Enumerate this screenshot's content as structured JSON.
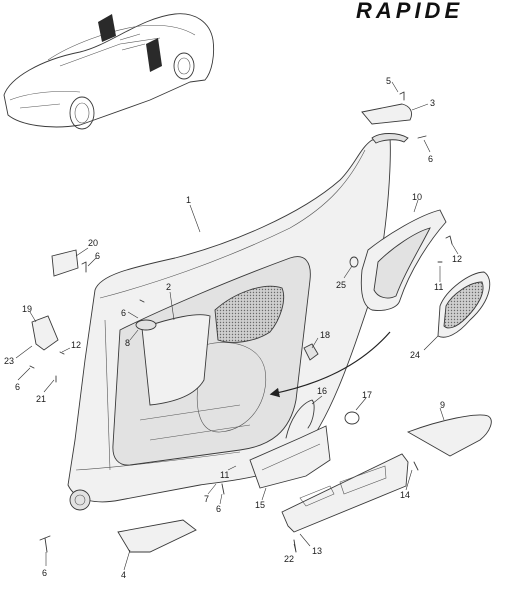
{
  "brand": {
    "wordmark": "RAPIDE"
  },
  "callouts": [
    {
      "id": "c1",
      "label": "1"
    },
    {
      "id": "c2",
      "label": "2"
    },
    {
      "id": "c3",
      "label": "3"
    },
    {
      "id": "c4",
      "label": "4"
    },
    {
      "id": "c5",
      "label": "5"
    },
    {
      "id": "c6a",
      "label": "6"
    },
    {
      "id": "c6b",
      "label": "6"
    },
    {
      "id": "c6c",
      "label": "6"
    },
    {
      "id": "c6d",
      "label": "6"
    },
    {
      "id": "c6e",
      "label": "6"
    },
    {
      "id": "c6f",
      "label": "6"
    },
    {
      "id": "c7",
      "label": "7"
    },
    {
      "id": "c8",
      "label": "8"
    },
    {
      "id": "c9",
      "label": "9"
    },
    {
      "id": "c10",
      "label": "10"
    },
    {
      "id": "c11a",
      "label": "11"
    },
    {
      "id": "c11b",
      "label": "11"
    },
    {
      "id": "c12a",
      "label": "12"
    },
    {
      "id": "c12b",
      "label": "12"
    },
    {
      "id": "c13",
      "label": "13"
    },
    {
      "id": "c14",
      "label": "14"
    },
    {
      "id": "c15",
      "label": "15"
    },
    {
      "id": "c16",
      "label": "16"
    },
    {
      "id": "c17",
      "label": "17"
    },
    {
      "id": "c18",
      "label": "18"
    },
    {
      "id": "c19",
      "label": "19"
    },
    {
      "id": "c20",
      "label": "20"
    },
    {
      "id": "c21",
      "label": "21"
    },
    {
      "id": "c22",
      "label": "22"
    },
    {
      "id": "c23",
      "label": "23"
    },
    {
      "id": "c24",
      "label": "24"
    },
    {
      "id": "c25",
      "label": "25"
    }
  ]
}
